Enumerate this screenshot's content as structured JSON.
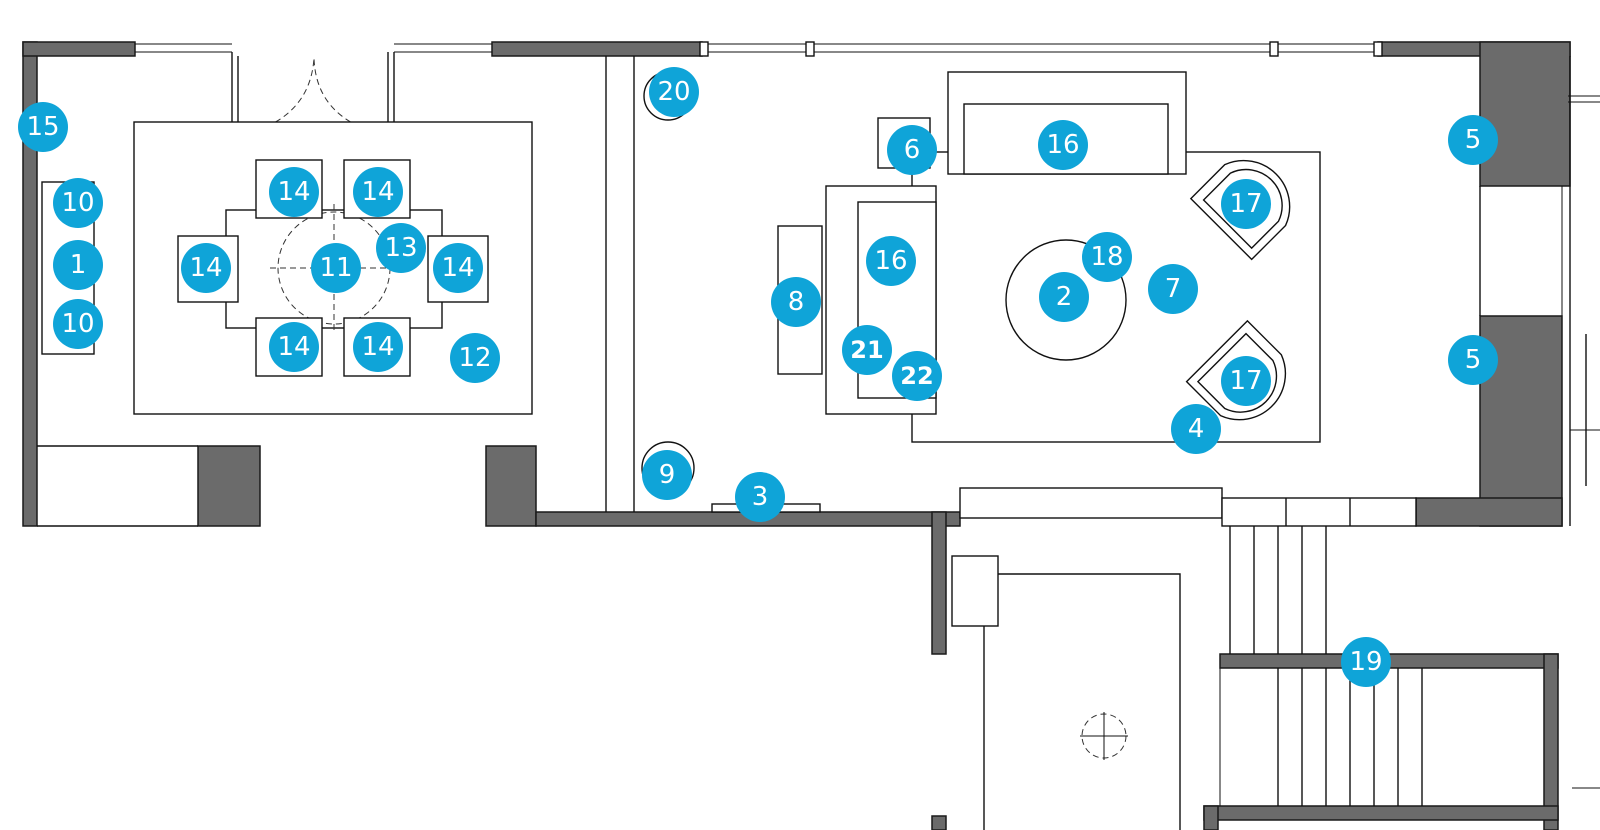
{
  "marker_color": "#0fa4d8",
  "wall_color": "#6b6b6b",
  "markers": [
    {
      "id": "m1",
      "label": "1"
    },
    {
      "id": "m2",
      "label": "2"
    },
    {
      "id": "m3",
      "label": "3"
    },
    {
      "id": "m4",
      "label": "4"
    },
    {
      "id": "m5a",
      "label": "5"
    },
    {
      "id": "m5b",
      "label": "5"
    },
    {
      "id": "m6",
      "label": "6"
    },
    {
      "id": "m7",
      "label": "7"
    },
    {
      "id": "m8",
      "label": "8"
    },
    {
      "id": "m9",
      "label": "9"
    },
    {
      "id": "m10a",
      "label": "10"
    },
    {
      "id": "m10b",
      "label": "10"
    },
    {
      "id": "m11",
      "label": "11"
    },
    {
      "id": "m12",
      "label": "12"
    },
    {
      "id": "m13",
      "label": "13"
    },
    {
      "id": "m14a",
      "label": "14"
    },
    {
      "id": "m14b",
      "label": "14"
    },
    {
      "id": "m14c",
      "label": "14"
    },
    {
      "id": "m14d",
      "label": "14"
    },
    {
      "id": "m14e",
      "label": "14"
    },
    {
      "id": "m14f",
      "label": "14"
    },
    {
      "id": "m15",
      "label": "15"
    },
    {
      "id": "m16a",
      "label": "16"
    },
    {
      "id": "m16b",
      "label": "16"
    },
    {
      "id": "m17a",
      "label": "17"
    },
    {
      "id": "m17b",
      "label": "17"
    },
    {
      "id": "m18",
      "label": "18"
    },
    {
      "id": "m19",
      "label": "19"
    },
    {
      "id": "m20",
      "label": "20"
    },
    {
      "id": "m21",
      "label": "21"
    },
    {
      "id": "m22",
      "label": "22"
    }
  ]
}
